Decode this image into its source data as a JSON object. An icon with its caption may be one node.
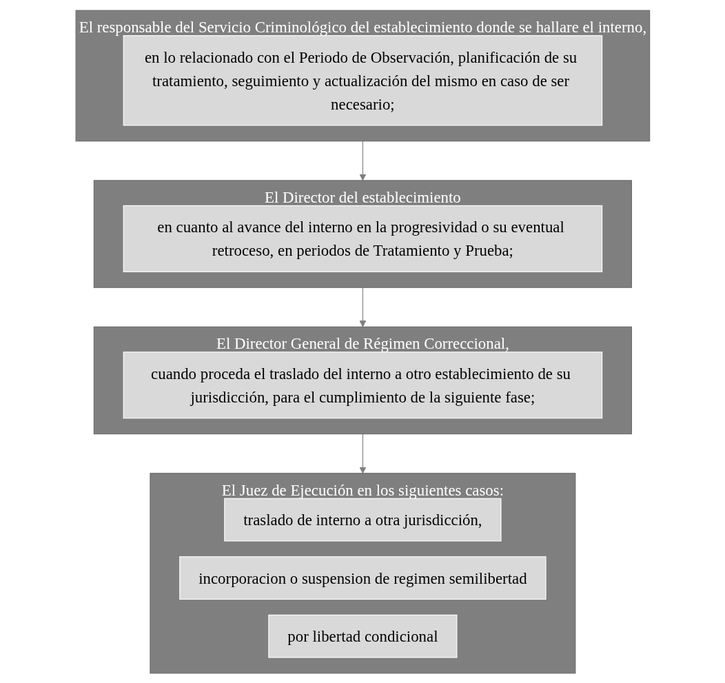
{
  "diagram": {
    "nodes": [
      {
        "text": [
          "El responsable del Servicio Criminológico del establecimiento donde se hallare el interno,"
        ]
      },
      {
        "text": [
          "en lo relacionado con el Periodo de Observación, planificación de su tratamiento, seguimiento y actualización del mismo en caso de ser necesario;"
        ],
        "in": 0
      },
      {
        "text": [
          "El Director del establecimiento"
        ]
      },
      {
        "text": [
          "en cuanto al avance del interno en la progresividad o su eventual retroceso, en periodos de Tratamiento y Prueba;"
        ],
        "in": 2
      },
      {
        "text": [
          "El Director General de Régimen Correccional,"
        ]
      },
      {
        "text": [
          "cuando proceda el traslado del interno a otro establecimiento de su jurisdicción, para el cumplimiento de la siguiente fase;"
        ],
        "in": 4
      },
      {
        "text": [
          "El Juez de Ejecución en los siguientes casos:"
        ]
      },
      {
        "text": [
          "traslado de interno a otra jurisdicción,"
        ],
        "in": 6
      },
      {
        "text": [
          "incorporacion o suspension de regimen semilibertad"
        ],
        "in": 6
      },
      {
        "text": [
          "por libertad condicional"
        ],
        "in": 6
      }
    ],
    "edges": [
      {
        "from": 0,
        "to": 2,
        "arrow": "to"
      },
      {
        "from": 2,
        "to": 4,
        "arrow": "to"
      },
      {
        "from": 4,
        "to": 6,
        "arrow": "to"
      }
    ]
  }
}
